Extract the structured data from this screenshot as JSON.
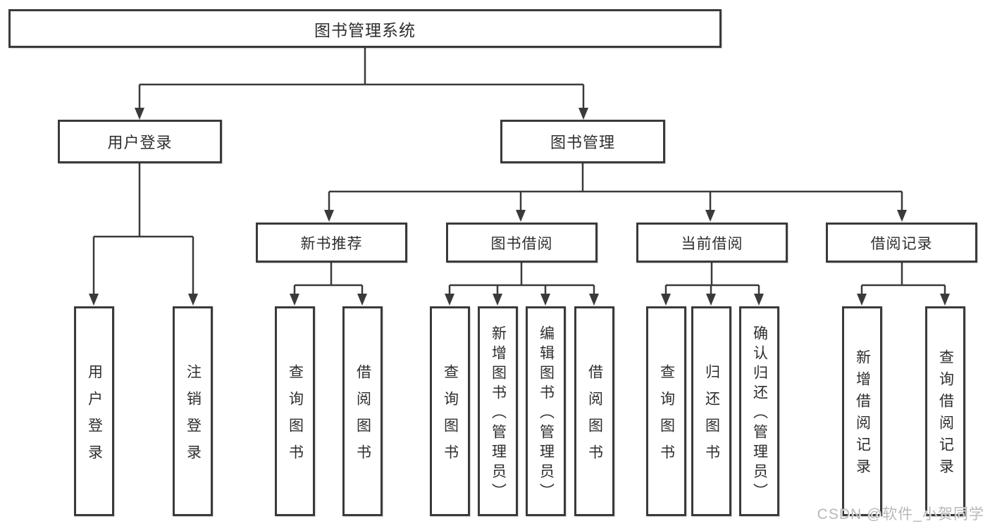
{
  "diagram": {
    "root": {
      "label": "图书管理系统"
    },
    "branches": [
      {
        "label": "用户登录",
        "children": [
          {
            "label": "用户登录"
          },
          {
            "label": "注销登录"
          }
        ]
      },
      {
        "label": "图书管理",
        "children": [
          {
            "label": "新书推荐",
            "children": [
              {
                "label": "查询图书"
              },
              {
                "label": "借阅图书"
              }
            ]
          },
          {
            "label": "图书借阅",
            "children": [
              {
                "label": "查询图书"
              },
              {
                "label": "新增图书（管理员）"
              },
              {
                "label": "编辑图书（管理员）"
              },
              {
                "label": "借阅图书"
              }
            ]
          },
          {
            "label": "当前借阅",
            "children": [
              {
                "label": "查询图书"
              },
              {
                "label": "归还图书"
              },
              {
                "label": "确认归还（管理员）"
              }
            ]
          },
          {
            "label": "借阅记录",
            "children": [
              {
                "label": "新增借阅记录"
              },
              {
                "label": "查询借阅记录"
              }
            ]
          }
        ]
      }
    ]
  },
  "watermark": {
    "text": "CSDN @软件_小贺同学"
  },
  "colors": {
    "line": "#3a3a3a",
    "text": "#2e2e2e",
    "background": "#ffffff",
    "watermark": "#b2b2b2"
  }
}
